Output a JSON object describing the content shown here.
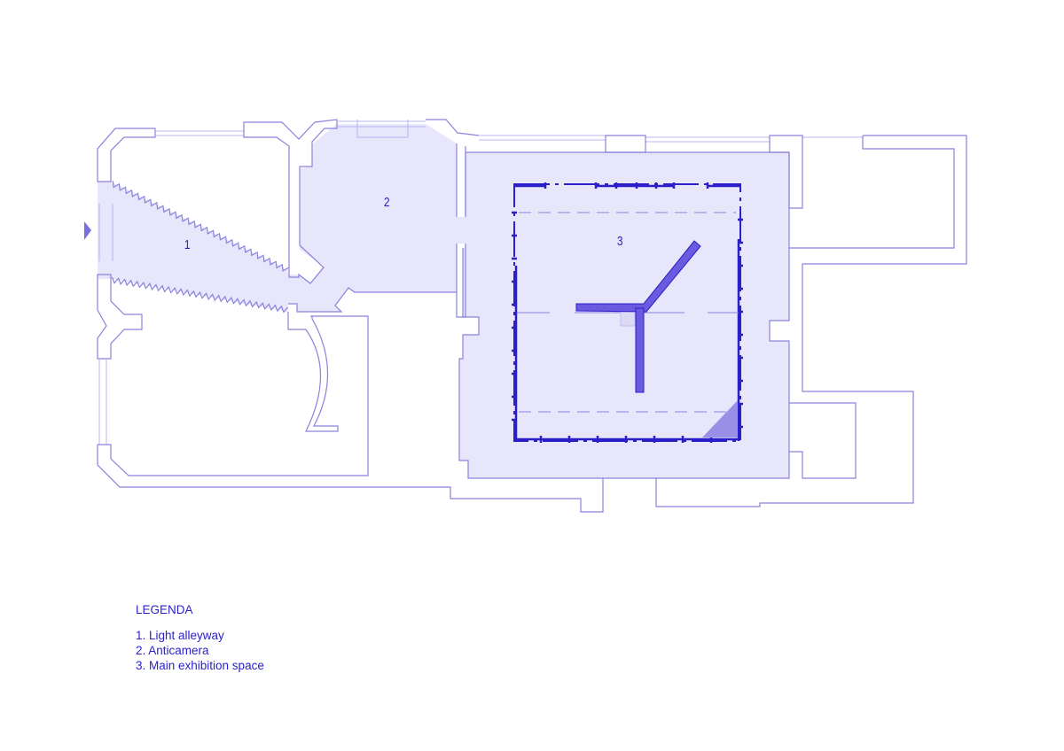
{
  "rooms": [
    {
      "number": "1",
      "name": "Light alleyway"
    },
    {
      "number": "2",
      "name": "Anticamera"
    },
    {
      "number": "3",
      "name": "Main exhibition space"
    }
  ],
  "legend": {
    "heading": "LEGENDA",
    "items": [
      "1. Light alleyway",
      "2. Anticamera",
      "3. Main exhibition space"
    ]
  },
  "colors": {
    "wall_line": "#8a82dc",
    "room_fill": "#e8e6fa",
    "installation": "#6a5ae0",
    "text": "#2a1fc8"
  }
}
